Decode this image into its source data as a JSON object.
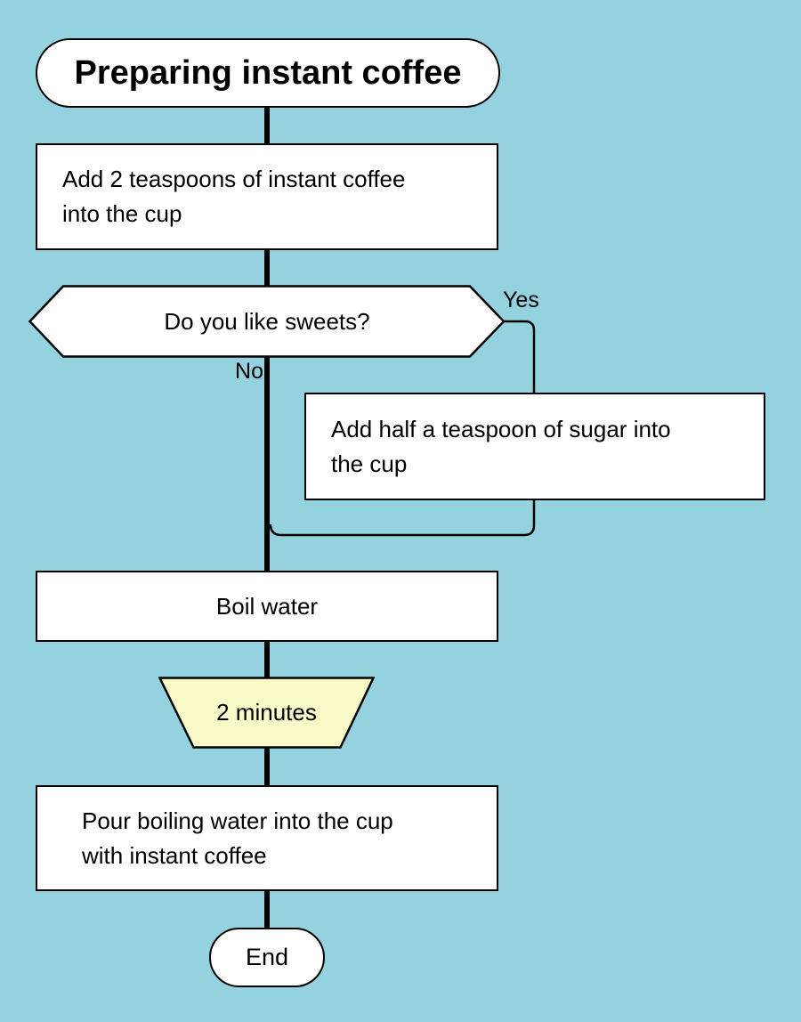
{
  "diagram": {
    "background_color": "#93D2DE",
    "shape_fill": "#FFFFFF",
    "delay_fill": "#FAFAC8",
    "line_color": "#000000"
  },
  "nodes": {
    "start": {
      "type": "terminator",
      "label": "Preparing instant coffee"
    },
    "add_coffee": {
      "type": "process",
      "line1": "Add 2 teaspoons of instant coffee",
      "line2": "into the cup"
    },
    "decision": {
      "type": "decision",
      "label": "Do you like sweets?"
    },
    "add_sugar": {
      "type": "process",
      "line1": "Add half a teaspoon of sugar into",
      "line2": "the cup"
    },
    "boil_water": {
      "type": "process",
      "label": "Boil water"
    },
    "delay": {
      "type": "delay",
      "label": "2 minutes"
    },
    "pour_water": {
      "type": "process",
      "line1": "Pour boiling water into the cup",
      "line2": "with instant coffee"
    },
    "end": {
      "type": "terminator",
      "label": "End"
    }
  },
  "edges": {
    "yes_label": "Yes",
    "no_label": "No"
  }
}
